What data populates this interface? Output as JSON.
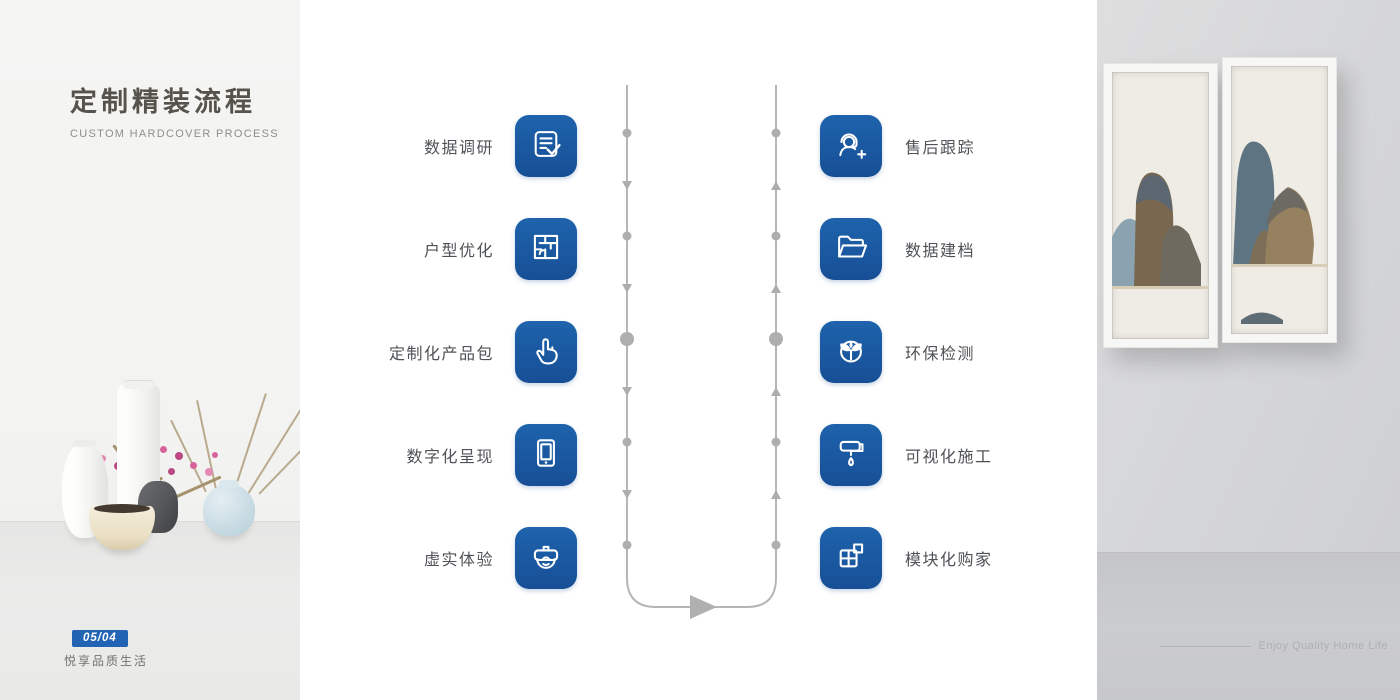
{
  "meta": {
    "accent_blue": "#1b5ba6",
    "connector_gray": "#b6b6b6"
  },
  "header": {
    "title": "定制精装流程",
    "subtitle": "CUSTOM HARDCOVER PROCESS"
  },
  "process": {
    "left_steps": [
      {
        "label": "数据调研",
        "icon": "survey-report-icon"
      },
      {
        "label": "户型优化",
        "icon": "floorplan-icon"
      },
      {
        "label": "定制化产品包",
        "icon": "hand-click-icon"
      },
      {
        "label": "数字化呈现",
        "icon": "tablet-icon"
      },
      {
        "label": "虚实体验",
        "icon": "vr-headset-icon"
      }
    ],
    "right_steps": [
      {
        "label": "售后跟踪",
        "icon": "support-agent-icon"
      },
      {
        "label": "数据建档",
        "icon": "folder-icon"
      },
      {
        "label": "环保检测",
        "icon": "eco-leaf-icon"
      },
      {
        "label": "可视化施工",
        "icon": "paint-roller-icon"
      },
      {
        "label": "模块化购家",
        "icon": "modules-icon"
      }
    ]
  },
  "footer": {
    "page_badge": "05/04",
    "tagline": "悦享品质生活",
    "caption": "Enjoy Quality Home Life"
  }
}
